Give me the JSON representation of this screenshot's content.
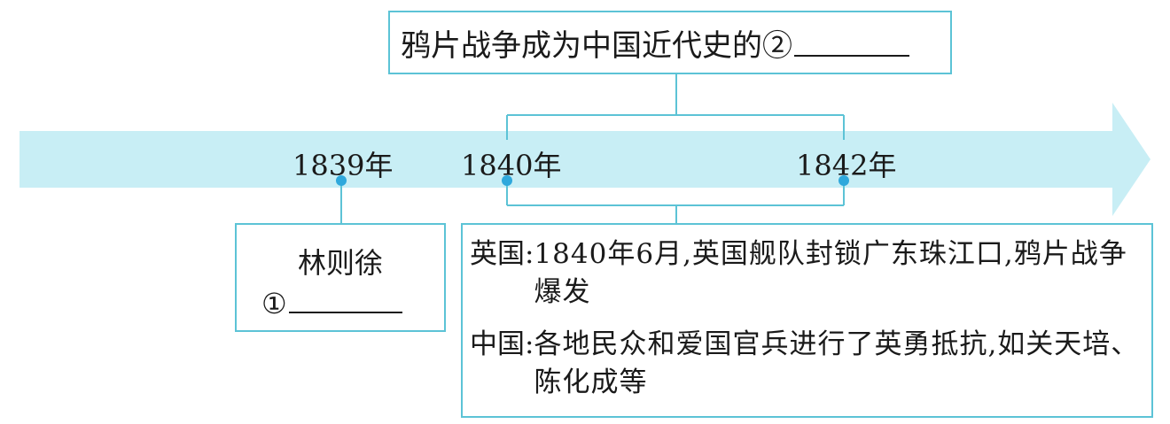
{
  "top_box": {
    "text": "鸦片战争成为中国近代史的②"
  },
  "timeline": {
    "years": [
      "1839年",
      "1840年",
      "1842年"
    ]
  },
  "left_box": {
    "name": "林则徐",
    "blank_marker": "①"
  },
  "right_box": {
    "entries": [
      {
        "who": "英国",
        "colon": ":",
        "text": "1840年6月,英国舰队封锁广东珠江口,鸦片战争爆发"
      },
      {
        "who": "中国",
        "colon": ":",
        "text": "各地民众和爱国官兵进行了英勇抵抗,如关天培、陈化成等"
      }
    ]
  },
  "colors": {
    "arrow_fill": "#c8eef5",
    "connector": "#5cc3d6",
    "dot": "#2fa8dc",
    "text": "#1a1a1a"
  }
}
